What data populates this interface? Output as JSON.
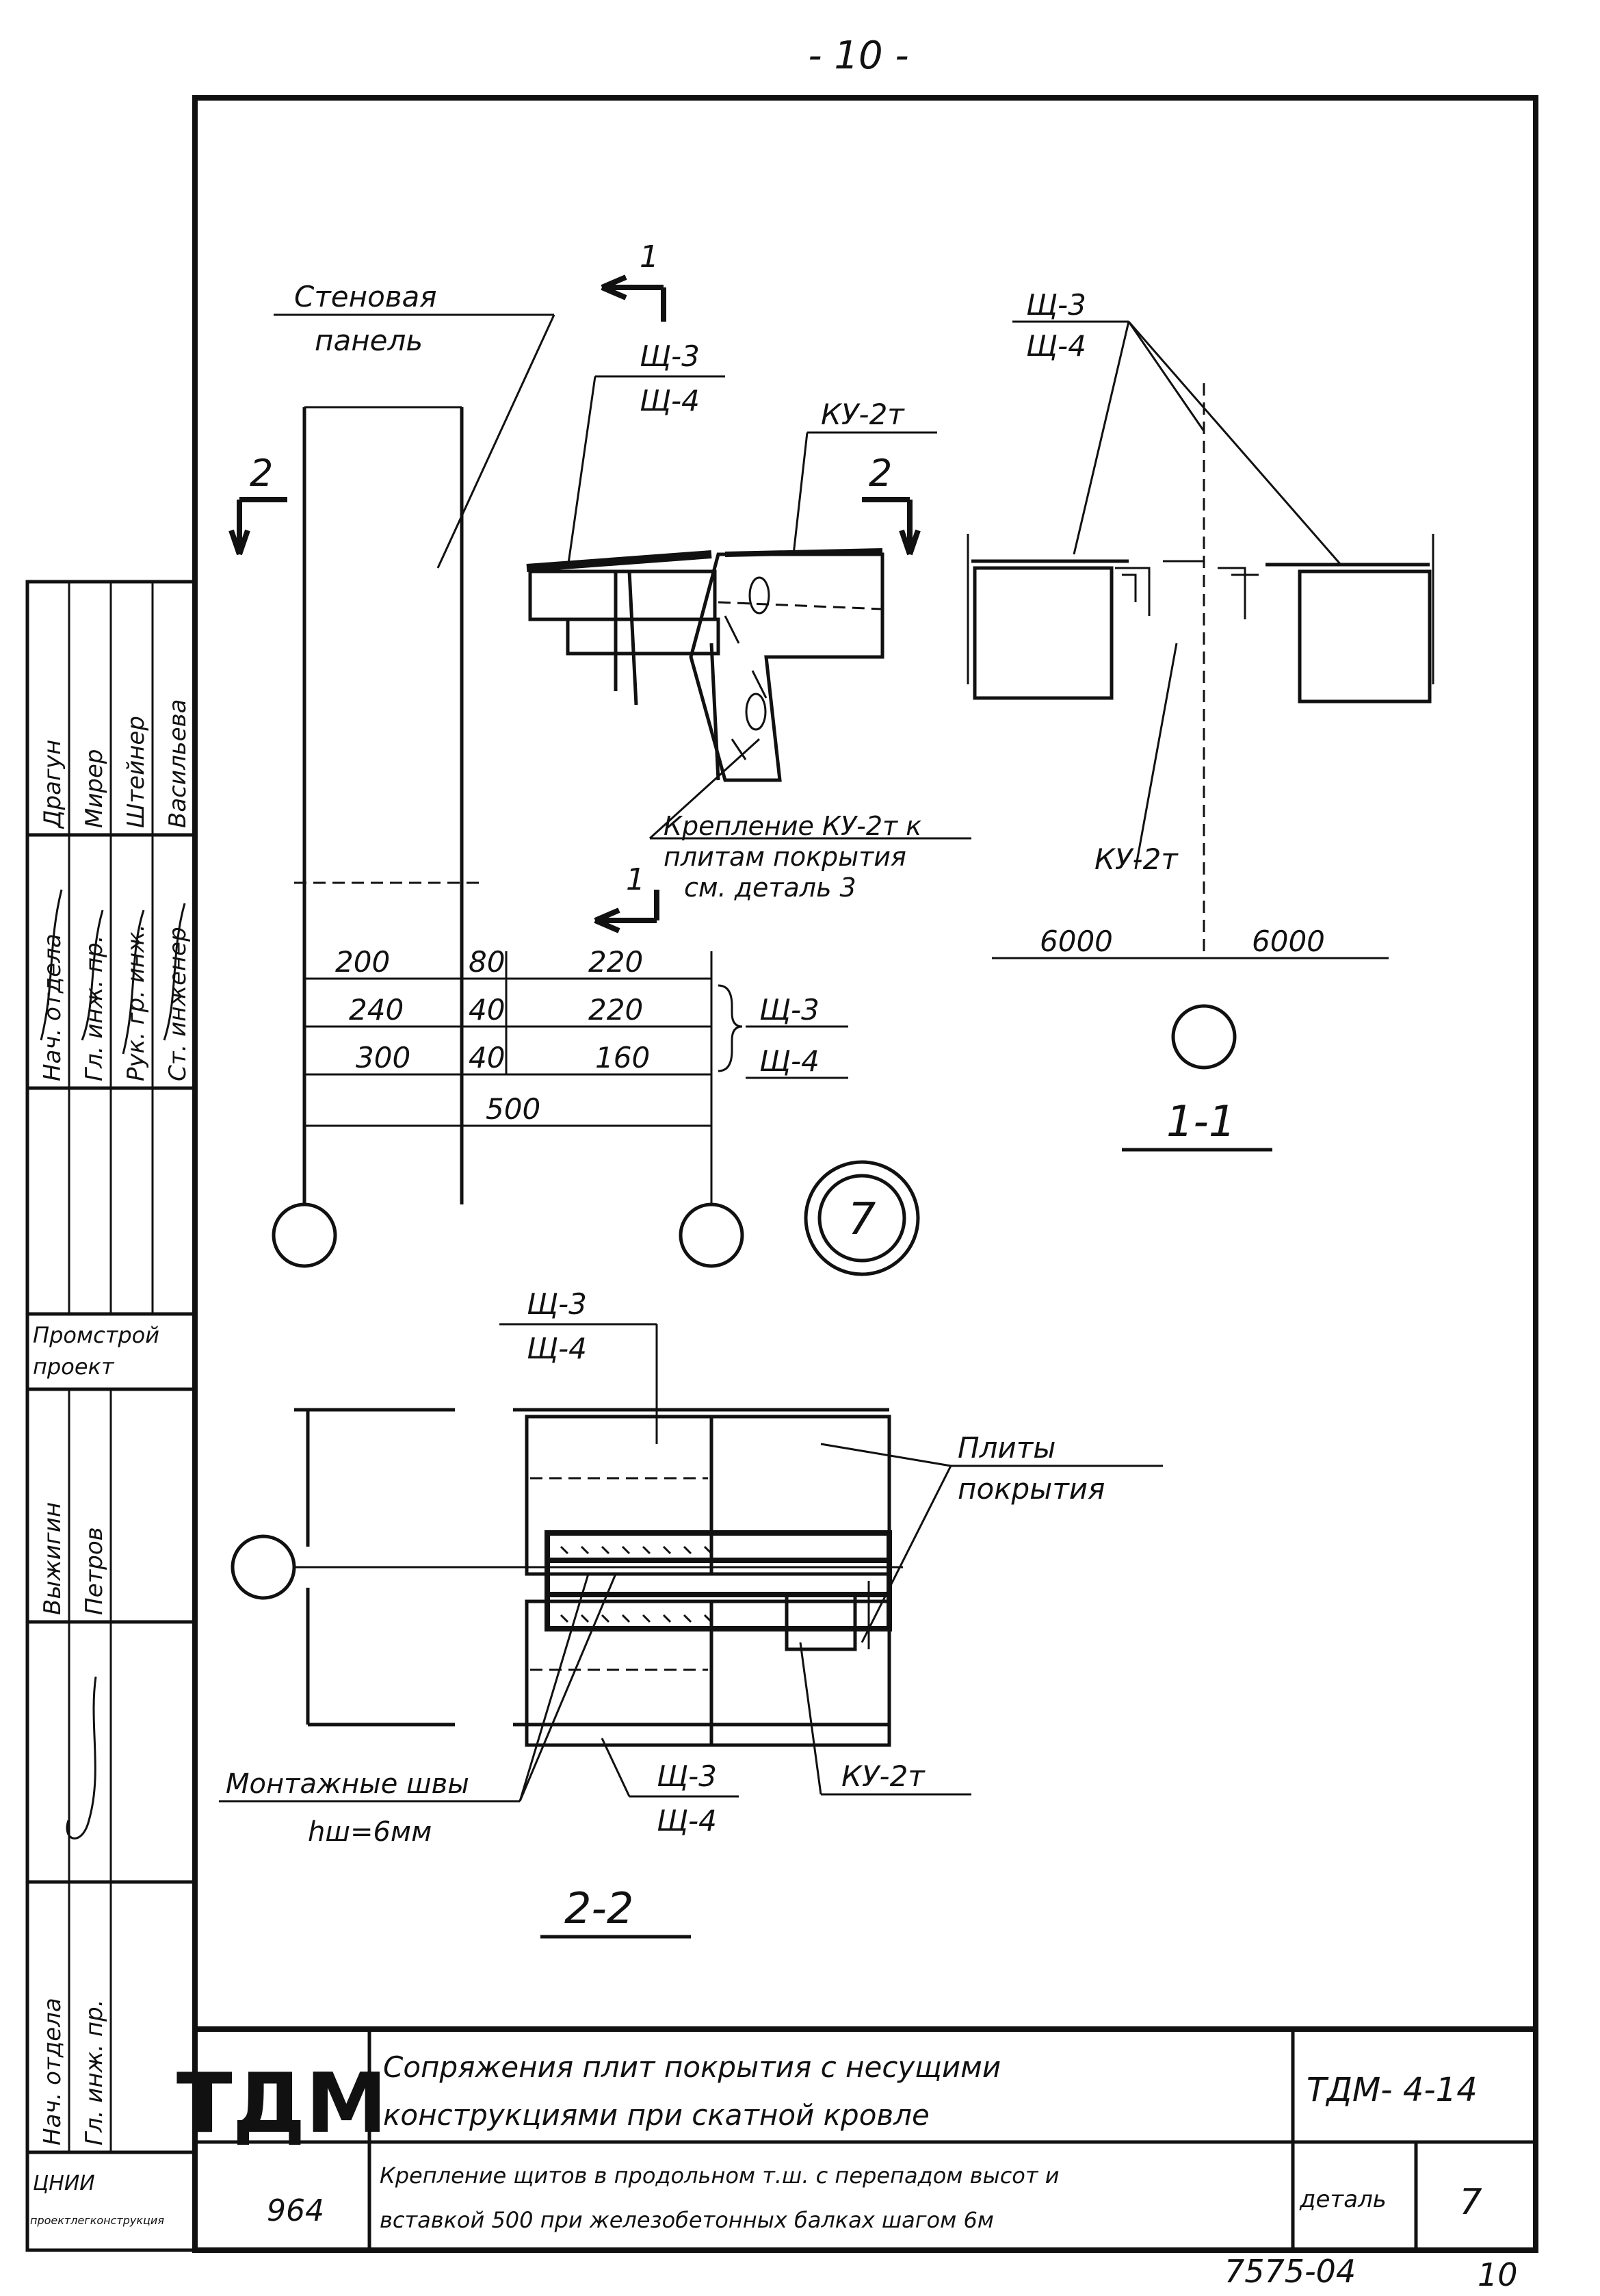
{
  "header": {
    "page_number": "- 10 -"
  },
  "detail_marker": "7",
  "section_marks": {
    "s1": "1",
    "s2": "2"
  },
  "elevation": {
    "wall_panel_label": [
      "Стеновая",
      "панель"
    ],
    "shield_label_top": "Щ-3",
    "shield_label_bottom": "Щ-4",
    "ku_label": "КУ-2т",
    "fastening_note": [
      "Крепление КУ-2т к",
      "плитам покрытия",
      "см. деталь 3"
    ],
    "dimensions": {
      "row1": [
        "200",
        "80",
        "220"
      ],
      "row2": [
        "240",
        "40",
        "220"
      ],
      "row3": [
        "300",
        "40",
        "160"
      ],
      "total": "500",
      "row_labels": [
        "Щ-3",
        "Щ-4"
      ]
    }
  },
  "section_1_1": {
    "shield_label_top": "Щ-3",
    "shield_label_bottom": "Щ-4",
    "ku_label": "КУ-2т",
    "spans": [
      "6000",
      "6000"
    ],
    "title": "1-1"
  },
  "section_2_2": {
    "shield_label_top": "Щ-3",
    "shield_label_bottom": "Щ-4",
    "slabs_label": [
      "Плиты",
      "покрытия"
    ],
    "weld_label": "Монтажные швы",
    "weld_size": "hш=6мм",
    "shield_label2_top": "Щ-3",
    "shield_label2_bottom": "Щ-4",
    "ku_label": "КУ-2т",
    "title": "2-2"
  },
  "side_stamp": {
    "roles": [
      "Нач. отдела",
      "Гл. инж. пр.",
      "Рук. гр. инж.",
      "Ст. инженер"
    ],
    "names": [
      "Драгун",
      "Мирер",
      "Штейнер",
      "Васильева"
    ],
    "org": [
      "Промстрой",
      "проект"
    ],
    "extra_roles": [
      "Выжигин",
      "Петров"
    ],
    "lower_roles": [
      "Нач. отдела",
      "Гл. инж. пр."
    ],
    "org2": [
      "ЦНИИ",
      "проектлегконструкция"
    ]
  },
  "title_block": {
    "logo": "ТДМ",
    "year": "964",
    "title_line1": "Сопряжения плит покрытия с несущими",
    "title_line2": "конструкциями при скатной кровле",
    "code": "ТДМ- 4-14",
    "desc_line1": "Крепление щитов в продольном т.ш. с перепадом высот и",
    "desc_line2": "вставкой 500 при железобетонных балках шагом 6м",
    "detail_label": "деталь",
    "detail_no": "7"
  },
  "footer": {
    "doc_no": "7575-04",
    "sheet_no": "10"
  }
}
